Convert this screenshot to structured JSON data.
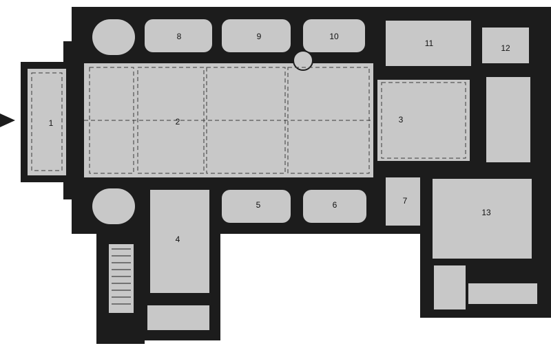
{
  "plan": {
    "rooms": [
      {
        "id": "1",
        "label": "1"
      },
      {
        "id": "2",
        "label": "2"
      },
      {
        "id": "3",
        "label": "3"
      },
      {
        "id": "4",
        "label": "4"
      },
      {
        "id": "5",
        "label": "5"
      },
      {
        "id": "6",
        "label": "6"
      },
      {
        "id": "7",
        "label": "7"
      },
      {
        "id": "8",
        "label": "8"
      },
      {
        "id": "9",
        "label": "9"
      },
      {
        "id": "10",
        "label": "10"
      },
      {
        "id": "11",
        "label": "11"
      },
      {
        "id": "12",
        "label": "12"
      },
      {
        "id": "13",
        "label": "13"
      }
    ],
    "colors": {
      "wall": "#1c1c1c",
      "room": "#c8c8c8",
      "background": "#ffffff"
    }
  }
}
